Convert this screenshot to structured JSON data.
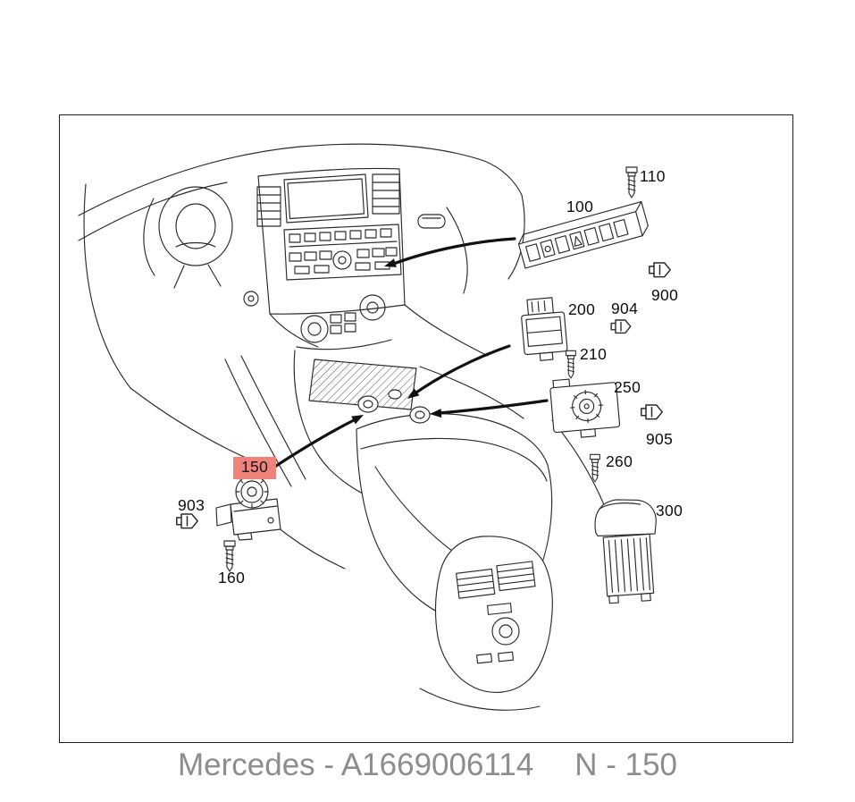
{
  "diagram": {
    "callouts": [
      {
        "id": "110",
        "text": "110",
        "highlighted": false
      },
      {
        "id": "100",
        "text": "100",
        "highlighted": false
      },
      {
        "id": "900",
        "text": "900",
        "highlighted": false
      },
      {
        "id": "200",
        "text": "200",
        "highlighted": false
      },
      {
        "id": "904",
        "text": "904",
        "highlighted": false
      },
      {
        "id": "210",
        "text": "210",
        "highlighted": false
      },
      {
        "id": "250",
        "text": "250",
        "highlighted": false
      },
      {
        "id": "905",
        "text": "905",
        "highlighted": false
      },
      {
        "id": "260",
        "text": "260",
        "highlighted": false
      },
      {
        "id": "300",
        "text": "300",
        "highlighted": false
      },
      {
        "id": "150",
        "text": "150",
        "highlighted": true
      },
      {
        "id": "903",
        "text": "903",
        "highlighted": false
      },
      {
        "id": "160",
        "text": "160",
        "highlighted": false
      }
    ],
    "highlighted_part": "150",
    "subject": "center-console-switch-parts-diagram"
  },
  "footer": {
    "caption_left": "Mercedes - A1669006114",
    "caption_right": "N - 150"
  },
  "colors": {
    "highlight": "#ef837b",
    "caption_text": "#8d8d8d",
    "line": "#2b2b2b"
  }
}
